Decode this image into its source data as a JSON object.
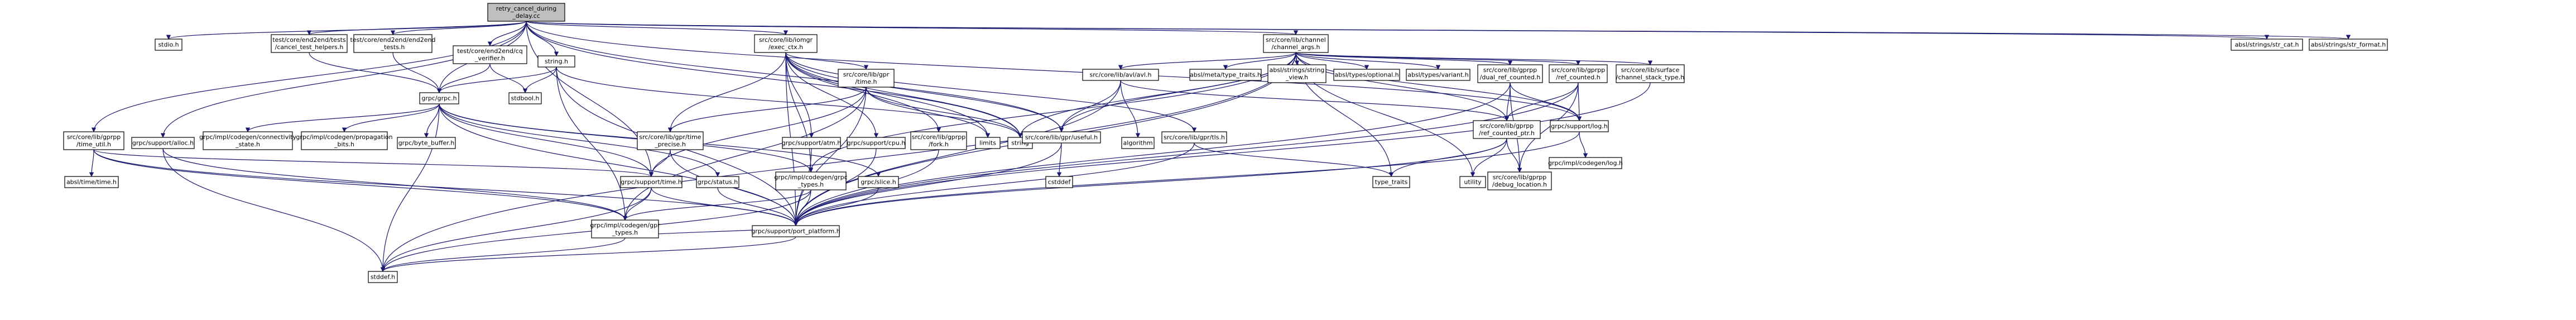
{
  "colors": {
    "edge": "#191970",
    "node_border_default": "#000000",
    "node_border_red": "#ff0000",
    "node_fill_root": "#bfbfbf",
    "node_fill": "#ffffff",
    "node_text": "#000000",
    "leaf_border": "#bfbfbf"
  },
  "nodes": [
    {
      "id": "root",
      "lines": [
        "retry_cancel_during",
        "_delay.cc"
      ],
      "style": "root"
    },
    {
      "id": "stdio",
      "lines": [
        "stdio.h"
      ],
      "style": "leaf"
    },
    {
      "id": "cancel_helpers",
      "lines": [
        "test/core/end2end/tests",
        "/cancel_test_helpers.h"
      ],
      "style": "normal"
    },
    {
      "id": "end2end_tests",
      "lines": [
        "test/core/end2end/end2end",
        "_tests.h"
      ],
      "style": "normal"
    },
    {
      "id": "cq_verifier",
      "lines": [
        "test/core/end2end/cq",
        "_verifier.h"
      ],
      "style": "red"
    },
    {
      "id": "string_h",
      "lines": [
        "string.h"
      ],
      "style": "normal"
    },
    {
      "id": "exec_ctx",
      "lines": [
        "src/core/lib/iomgr",
        "/exec_ctx.h"
      ],
      "style": "red"
    },
    {
      "id": "channel_args",
      "lines": [
        "src/core/lib/channel",
        "/channel_args.h"
      ],
      "style": "normal"
    },
    {
      "id": "str_cat",
      "lines": [
        "absl/strings/str_cat.h"
      ],
      "style": "leaf"
    },
    {
      "id": "str_format",
      "lines": [
        "absl/strings/str_format.h"
      ],
      "style": "leaf"
    },
    {
      "id": "grpc_h",
      "lines": [
        "grpc/grpc.h"
      ],
      "style": "normal"
    },
    {
      "id": "stdbool",
      "lines": [
        "stdbool.h"
      ],
      "style": "leaf"
    },
    {
      "id": "gpr_time",
      "lines": [
        "src/core/lib/gpr",
        "/time.h"
      ],
      "style": "red"
    },
    {
      "id": "gpr_atm",
      "lines": [
        "grpc/support/atm.h"
      ],
      "style": "red"
    },
    {
      "id": "gpr_cpu",
      "lines": [
        "grpc/support/cpu.h"
      ],
      "style": "normal"
    },
    {
      "id": "gpr_fork",
      "lines": [
        "src/core/lib/gprpp",
        "/fork.h"
      ],
      "style": "red"
    },
    {
      "id": "limits",
      "lines": [
        "limits"
      ],
      "style": "leaf"
    },
    {
      "id": "string_std",
      "lines": [
        "string"
      ],
      "style": "leaf"
    },
    {
      "id": "avl",
      "lines": [
        "src/core/lib/avl/avl.h"
      ],
      "style": "red"
    },
    {
      "id": "algorithm",
      "lines": [
        "algorithm"
      ],
      "style": "leaf"
    },
    {
      "id": "type_traits_absl",
      "lines": [
        "absl/meta/type_traits.h"
      ],
      "style": "leaf"
    },
    {
      "id": "string_view",
      "lines": [
        "absl/strings/string",
        "_view.h"
      ],
      "style": "leaf"
    },
    {
      "id": "optional",
      "lines": [
        "absl/types/optional.h"
      ],
      "style": "leaf"
    },
    {
      "id": "variant",
      "lines": [
        "absl/types/variant.h"
      ],
      "style": "leaf"
    },
    {
      "id": "dual_ref",
      "lines": [
        "src/core/lib/gprpp",
        "/dual_ref_counted.h"
      ],
      "style": "red"
    },
    {
      "id": "ref_counted",
      "lines": [
        "src/core/lib/gprpp",
        "/ref_counted.h"
      ],
      "style": "red"
    },
    {
      "id": "channel_stack_type",
      "lines": [
        "src/core/lib/surface",
        "/channel_stack_type.h"
      ],
      "style": "normal"
    },
    {
      "id": "time_util",
      "lines": [
        "src/core/lib/gprpp",
        "/time_util.h"
      ],
      "style": "normal"
    },
    {
      "id": "alloc",
      "lines": [
        "grpc/support/alloc.h"
      ],
      "style": "normal"
    },
    {
      "id": "connectivity",
      "lines": [
        "grpc/impl/codegen/connectivity",
        "_state.h"
      ],
      "style": "normal"
    },
    {
      "id": "propagation",
      "lines": [
        "grpc/impl/codegen/propagation",
        "_bits.h"
      ],
      "style": "red"
    },
    {
      "id": "byte_buffer",
      "lines": [
        "grpc/byte_buffer.h"
      ],
      "style": "leaf"
    },
    {
      "id": "time_precise",
      "lines": [
        "src/core/lib/gpr/time",
        "_precise.h"
      ],
      "style": "normal"
    },
    {
      "id": "support_time",
      "lines": [
        "grpc/support/time.h"
      ],
      "style": "normal"
    },
    {
      "id": "status",
      "lines": [
        "grpc/status.h"
      ],
      "style": "red"
    },
    {
      "id": "codegen_types",
      "lines": [
        "grpc/impl/codegen/grpc",
        "_types.h"
      ],
      "style": "red"
    },
    {
      "id": "slice",
      "lines": [
        "grpc/slice.h"
      ],
      "style": "red"
    },
    {
      "id": "useful",
      "lines": [
        "src/core/lib/gpr/useful.h"
      ],
      "style": "normal"
    },
    {
      "id": "tls",
      "lines": [
        "src/core/lib/gpr/tls.h"
      ],
      "style": "normal"
    },
    {
      "id": "ref_counted_ptr",
      "lines": [
        "src/core/lib/gprpp",
        "/ref_counted_ptr.h"
      ],
      "style": "red"
    },
    {
      "id": "log",
      "lines": [
        "grpc/support/log.h"
      ],
      "style": "normal"
    },
    {
      "id": "codegen_log",
      "lines": [
        "grpc/impl/codegen/log.h"
      ],
      "style": "red"
    },
    {
      "id": "abs_time",
      "lines": [
        "absl/time/time.h"
      ],
      "style": "leaf"
    },
    {
      "id": "cstddef",
      "lines": [
        "cstddef"
      ],
      "style": "leaf"
    },
    {
      "id": "type_traits_std",
      "lines": [
        "type_traits"
      ],
      "style": "leaf"
    },
    {
      "id": "utility",
      "lines": [
        "utility"
      ],
      "style": "leaf"
    },
    {
      "id": "debug_location",
      "lines": [
        "src/core/lib/gprpp",
        "/debug_location.h"
      ],
      "style": "normal"
    },
    {
      "id": "gpr_types",
      "lines": [
        "grpc/impl/codegen/gpr",
        "_types.h"
      ],
      "style": "red"
    },
    {
      "id": "port_platform",
      "lines": [
        "grpc/support/port_platform.h"
      ],
      "style": "red"
    },
    {
      "id": "stddef",
      "lines": [
        "stddef.h"
      ],
      "style": "leaf"
    }
  ],
  "edges": [
    [
      "root",
      "stdio"
    ],
    [
      "root",
      "cancel_helpers"
    ],
    [
      "root",
      "end2end_tests"
    ],
    [
      "root",
      "cq_verifier"
    ],
    [
      "root",
      "string_h"
    ],
    [
      "root",
      "exec_ctx"
    ],
    [
      "root",
      "channel_args"
    ],
    [
      "root",
      "str_cat"
    ],
    [
      "root",
      "str_format"
    ],
    [
      "root",
      "grpc_h"
    ],
    [
      "root",
      "time_util"
    ],
    [
      "root",
      "alloc"
    ],
    [
      "root",
      "support_time"
    ],
    [
      "root",
      "useful"
    ],
    [
      "root",
      "log"
    ],
    [
      "root",
      "string_std"
    ],
    [
      "cancel_helpers",
      "grpc_h"
    ],
    [
      "end2end_tests",
      "grpc_h"
    ],
    [
      "cq_verifier",
      "grpc_h"
    ],
    [
      "cq_verifier",
      "stdbool"
    ],
    [
      "string_h",
      "grpc_h"
    ],
    [
      "string_h",
      "stdbool"
    ],
    [
      "string_h",
      "string_std"
    ],
    [
      "string_h",
      "gpr_types"
    ],
    [
      "string_h",
      "port_platform"
    ],
    [
      "exec_ctx",
      "gpr_time"
    ],
    [
      "exec_ctx",
      "gpr_atm"
    ],
    [
      "exec_ctx",
      "gpr_cpu"
    ],
    [
      "exec_ctx",
      "gpr_fork"
    ],
    [
      "exec_ctx",
      "limits"
    ],
    [
      "exec_ctx",
      "string_std"
    ],
    [
      "exec_ctx",
      "time_precise"
    ],
    [
      "exec_ctx",
      "useful"
    ],
    [
      "exec_ctx",
      "tls"
    ],
    [
      "exec_ctx",
      "port_platform"
    ],
    [
      "exec_ctx",
      "codegen_types"
    ],
    [
      "channel_args",
      "avl"
    ],
    [
      "channel_args",
      "type_traits_absl"
    ],
    [
      "channel_args",
      "string_view"
    ],
    [
      "channel_args",
      "optional"
    ],
    [
      "channel_args",
      "variant"
    ],
    [
      "channel_args",
      "dual_ref"
    ],
    [
      "channel_args",
      "ref_counted"
    ],
    [
      "channel_args",
      "channel_stack_type"
    ],
    [
      "channel_args",
      "ref_counted_ptr"
    ],
    [
      "channel_args",
      "log"
    ],
    [
      "channel_args",
      "useful"
    ],
    [
      "channel_args",
      "string_std"
    ],
    [
      "channel_args",
      "utility"
    ],
    [
      "channel_args",
      "type_traits_std"
    ],
    [
      "channel_args",
      "port_platform"
    ],
    [
      "channel_args",
      "codegen_types"
    ],
    [
      "channel_args",
      "stddef"
    ],
    [
      "grpc_h",
      "connectivity"
    ],
    [
      "grpc_h",
      "propagation"
    ],
    [
      "grpc_h",
      "byte_buffer"
    ],
    [
      "grpc_h",
      "support_time"
    ],
    [
      "grpc_h",
      "status"
    ],
    [
      "grpc_h",
      "codegen_types"
    ],
    [
      "grpc_h",
      "slice"
    ],
    [
      "grpc_h",
      "stddef"
    ],
    [
      "grpc_h",
      "port_platform"
    ],
    [
      "gpr_time",
      "time_precise"
    ],
    [
      "gpr_time",
      "support_time"
    ],
    [
      "gpr_time",
      "limits"
    ],
    [
      "gpr_time",
      "string_std"
    ],
    [
      "gpr_time",
      "port_platform"
    ],
    [
      "gpr_time",
      "gpr_types"
    ],
    [
      "gpr_atm",
      "port_platform"
    ],
    [
      "gpr_cpu",
      "port_platform"
    ],
    [
      "gpr_fork",
      "port_platform"
    ],
    [
      "avl",
      "algorithm"
    ],
    [
      "avl",
      "useful"
    ],
    [
      "avl",
      "ref_counted_ptr"
    ],
    [
      "avl",
      "port_platform"
    ],
    [
      "dual_ref",
      "ref_counted_ptr"
    ],
    [
      "dual_ref",
      "log"
    ],
    [
      "dual_ref",
      "debug_location"
    ],
    [
      "dual_ref",
      "port_platform"
    ],
    [
      "ref_counted",
      "ref_counted_ptr"
    ],
    [
      "ref_counted",
      "log"
    ],
    [
      "ref_counted",
      "debug_location"
    ],
    [
      "ref_counted",
      "port_platform"
    ],
    [
      "channel_stack_type",
      "port_platform"
    ],
    [
      "time_util",
      "abs_time"
    ],
    [
      "time_util",
      "support_time"
    ],
    [
      "time_util",
      "gpr_types"
    ],
    [
      "time_util",
      "port_platform"
    ],
    [
      "alloc",
      "gpr_types"
    ],
    [
      "alloc",
      "stddef"
    ],
    [
      "time_precise",
      "support_time"
    ],
    [
      "time_precise",
      "port_platform"
    ],
    [
      "support_time",
      "gpr_types"
    ],
    [
      "support_time",
      "stddef"
    ],
    [
      "support_time",
      "port_platform"
    ],
    [
      "codegen_types",
      "gpr_types"
    ],
    [
      "codegen_types",
      "stddef"
    ],
    [
      "codegen_types",
      "port_platform"
    ],
    [
      "slice",
      "port_platform"
    ],
    [
      "status",
      "port_platform"
    ],
    [
      "useful",
      "cstddef"
    ],
    [
      "useful",
      "port_platform"
    ],
    [
      "tls",
      "type_traits_std"
    ],
    [
      "tls",
      "port_platform"
    ],
    [
      "ref_counted_ptr",
      "type_traits_std"
    ],
    [
      "ref_counted_ptr",
      "utility"
    ],
    [
      "ref_counted_ptr",
      "debug_location"
    ],
    [
      "ref_counted_ptr",
      "port_platform"
    ],
    [
      "log",
      "codegen_log"
    ],
    [
      "log",
      "port_platform"
    ],
    [
      "gpr_types",
      "stddef"
    ],
    [
      "gpr_types",
      "port_platform"
    ],
    [
      "port_platform",
      "stddef"
    ]
  ]
}
